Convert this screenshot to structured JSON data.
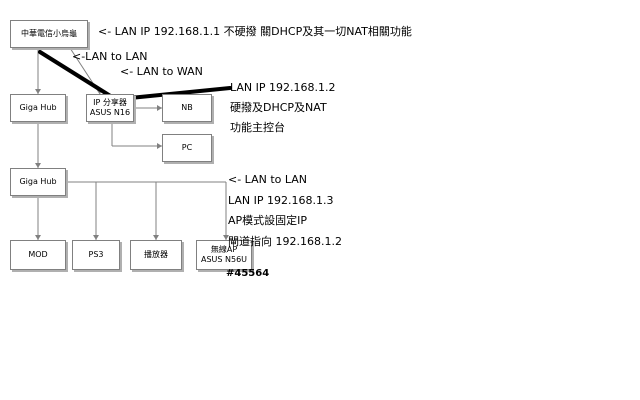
{
  "nodes": {
    "modem": "中華電信小烏龜",
    "hub1": "Giga Hub",
    "ipshare_line1": "IP 分享器",
    "ipshare_line2": "ASUS N16",
    "nb": "NB",
    "pc": "PC",
    "hub2": "Giga Hub",
    "mod": "MOD",
    "ps3": "PS3",
    "player": "播放器",
    "ap_line1": "無線AP",
    "ap_line2": "ASUS N56U"
  },
  "annotations": {
    "modem_note": "<- LAN IP 192.168.1.1 不硬撥 關DHCP及其一切NAT相關功能",
    "lan_to_lan_top": "<-LAN to LAN",
    "lan_to_wan": "<- LAN to WAN",
    "n16_line1": "LAN IP 192.168.1.2",
    "n16_line2": "硬撥及DHCP及NAT",
    "n16_line3": "功能主控台",
    "lan_to_lan_bottom": "<- LAN to LAN",
    "ap_line1": "LAN IP 192.168.1.3",
    "ap_line2": "AP模式設固定IP",
    "ap_line3": "閘道指向 192.168.1.2"
  },
  "watermark": "#45564",
  "colors": {
    "line": "#808080",
    "thick_line": "#000000",
    "border": "#808080"
  }
}
